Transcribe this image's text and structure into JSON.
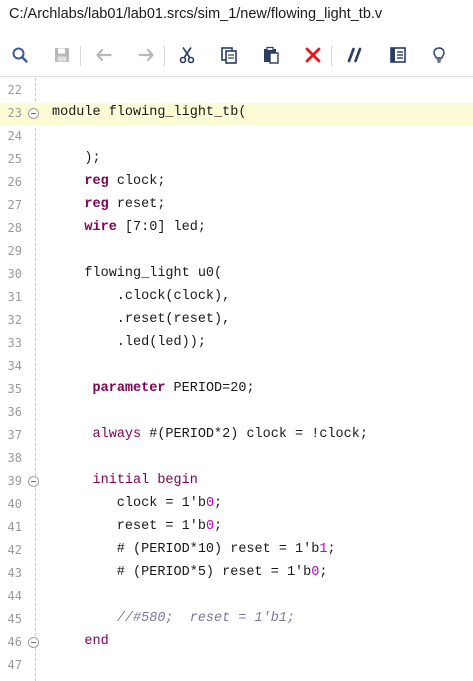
{
  "window": {
    "file_path": "C:/Archlabs/lab01/lab01.srcs/sim_1/new/flowing_light_tb.v"
  },
  "toolbar": {
    "buttons": [
      {
        "name": "search-button",
        "icon": "search-icon"
      },
      {
        "name": "save-button",
        "icon": "save-icon"
      },
      {
        "name": "undo-button",
        "icon": "undo-icon"
      },
      {
        "name": "redo-button",
        "icon": "redo-icon"
      },
      {
        "name": "cut-button",
        "icon": "scissors-icon"
      },
      {
        "name": "copy-button",
        "icon": "copy-icon"
      },
      {
        "name": "paste-button",
        "icon": "paste-icon"
      },
      {
        "name": "delete-button",
        "icon": "delete-x-icon"
      },
      {
        "name": "comment-toggle-button",
        "icon": "comment-slashes-icon"
      },
      {
        "name": "insert-template-button",
        "icon": "template-icon"
      },
      {
        "name": "hint-button",
        "icon": "lightbulb-icon"
      }
    ],
    "colors": {
      "icon": "#3c5a99",
      "icon_disabled": "#b8b8b8",
      "delete": "#e8191c"
    }
  },
  "editor": {
    "highlight_color": "#fdfbd5",
    "lines": [
      {
        "n": "22",
        "parts": []
      },
      {
        "n": "23",
        "fold": true,
        "highlight": true,
        "parts": [
          {
            "t": "module flowing_light_tb(",
            "c": ""
          }
        ]
      },
      {
        "n": "24",
        "parts": []
      },
      {
        "n": "25",
        "parts": [
          {
            "t": "    );",
            "c": ""
          }
        ]
      },
      {
        "n": "26",
        "parts": [
          {
            "t": "    ",
            "c": ""
          },
          {
            "t": "reg",
            "c": "kw"
          },
          {
            "t": " clock;",
            "c": ""
          }
        ]
      },
      {
        "n": "27",
        "parts": [
          {
            "t": "    ",
            "c": ""
          },
          {
            "t": "reg",
            "c": "kw"
          },
          {
            "t": " reset;",
            "c": ""
          }
        ]
      },
      {
        "n": "28",
        "parts": [
          {
            "t": "    ",
            "c": ""
          },
          {
            "t": "wire",
            "c": "kw"
          },
          {
            "t": " [7:0] led;",
            "c": ""
          }
        ]
      },
      {
        "n": "29",
        "parts": []
      },
      {
        "n": "30",
        "parts": [
          {
            "t": "    flowing_light u0(",
            "c": ""
          }
        ]
      },
      {
        "n": "31",
        "parts": [
          {
            "t": "        .clock(clock),",
            "c": ""
          }
        ]
      },
      {
        "n": "32",
        "parts": [
          {
            "t": "        .reset(reset),",
            "c": ""
          }
        ]
      },
      {
        "n": "33",
        "parts": [
          {
            "t": "        .led(led));",
            "c": ""
          }
        ]
      },
      {
        "n": "34",
        "parts": []
      },
      {
        "n": "35",
        "parts": [
          {
            "t": "     ",
            "c": ""
          },
          {
            "t": "parameter",
            "c": "kw"
          },
          {
            "t": " PERIOD=20;",
            "c": ""
          }
        ]
      },
      {
        "n": "36",
        "parts": []
      },
      {
        "n": "37",
        "parts": [
          {
            "t": "     ",
            "c": ""
          },
          {
            "t": "always",
            "c": "kw2"
          },
          {
            "t": " #(PERIOD*2) clock = !clock;",
            "c": ""
          }
        ]
      },
      {
        "n": "38",
        "parts": []
      },
      {
        "n": "39",
        "fold": true,
        "parts": [
          {
            "t": "     ",
            "c": ""
          },
          {
            "t": "initial begin",
            "c": "kw2"
          }
        ]
      },
      {
        "n": "40",
        "parts": [
          {
            "t": "        clock = 1'b",
            "c": ""
          },
          {
            "t": "0",
            "c": "num"
          },
          {
            "t": ";",
            "c": ""
          }
        ]
      },
      {
        "n": "41",
        "parts": [
          {
            "t": "        reset = 1'b",
            "c": ""
          },
          {
            "t": "0",
            "c": "num"
          },
          {
            "t": ";",
            "c": ""
          }
        ]
      },
      {
        "n": "42",
        "parts": [
          {
            "t": "        # (PERIOD*10) reset = 1'b",
            "c": ""
          },
          {
            "t": "1",
            "c": "num"
          },
          {
            "t": ";",
            "c": ""
          }
        ]
      },
      {
        "n": "43",
        "parts": [
          {
            "t": "        # (PERIOD*5) reset = 1'b",
            "c": ""
          },
          {
            "t": "0",
            "c": "num"
          },
          {
            "t": ";",
            "c": ""
          }
        ]
      },
      {
        "n": "44",
        "parts": []
      },
      {
        "n": "45",
        "parts": [
          {
            "t": "        ",
            "c": ""
          },
          {
            "t": "//#580;  reset = 1'b1;",
            "c": "cm"
          }
        ]
      },
      {
        "n": "46",
        "fold": true,
        "parts": [
          {
            "t": "    ",
            "c": ""
          },
          {
            "t": "end",
            "c": "kw2"
          }
        ]
      },
      {
        "n": "47",
        "parts": []
      }
    ]
  }
}
